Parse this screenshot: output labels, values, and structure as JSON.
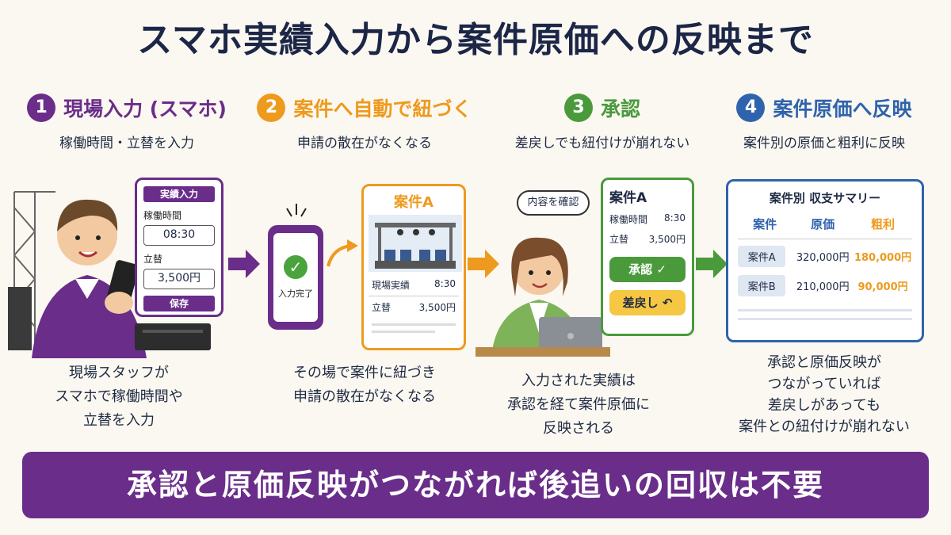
{
  "title": "スマホ実績入力から案件原価への反映まで",
  "colors": {
    "purple": "#6a2d8a",
    "orange": "#ee9a1e",
    "green": "#4a9a3c",
    "blue": "#2f63ad",
    "navy": "#1c2647"
  },
  "steps": [
    {
      "num": "1",
      "title": "現場入力 (スマホ)",
      "subtitle": "稼働時間・立替を入力",
      "desc": [
        "現場スタッフが",
        "スマホで稼働時間や",
        "立替を入力"
      ],
      "form": {
        "header": "実績入力",
        "hours_label": "稼働時間",
        "hours_value": "08:30",
        "expense_label": "立替",
        "expense_value": "3,500円",
        "save_label": "保存"
      }
    },
    {
      "num": "2",
      "title": "案件へ自動で紐づく",
      "subtitle": "申請の散在がなくなる",
      "desc": [
        "その場で案件に紐づき",
        "申請の散在がなくなる"
      ],
      "phone_text": "入力完了",
      "card": {
        "title": "案件A",
        "row1_label": "現場実績",
        "row1_value": "8:30",
        "row2_label": "立替",
        "row2_value": "3,500円"
      }
    },
    {
      "num": "3",
      "title": "承認",
      "subtitle": "差戻しでも紐付けが崩れない",
      "desc": [
        "入力された実績は",
        "承認を経て案件原価に",
        "反映される"
      ],
      "bubble": "内容を確認",
      "card": {
        "title": "案件A",
        "row1_label": "稼働時間",
        "row1_value": "8:30",
        "row2_label": "立替",
        "row2_value": "3,500円",
        "approve_label": "承認",
        "reject_label": "差戻し"
      }
    },
    {
      "num": "4",
      "title": "案件原価へ反映",
      "subtitle": "案件別の原価と粗利に反映",
      "desc": [
        "承認と原価反映が",
        "つながっていれば",
        "差戻しがあっても",
        "案件との紐付けが崩れない"
      ],
      "summary": {
        "title": "案件別 収支サマリー",
        "headers": [
          "案件",
          "原価",
          "粗利"
        ],
        "rows": [
          {
            "name": "案件A",
            "cost": "320,000円",
            "profit": "180,000円"
          },
          {
            "name": "案件B",
            "cost": "210,000円",
            "profit": "90,000円"
          }
        ]
      }
    }
  ],
  "banner": "承認と原価反映がつながれば後追いの回収は不要"
}
